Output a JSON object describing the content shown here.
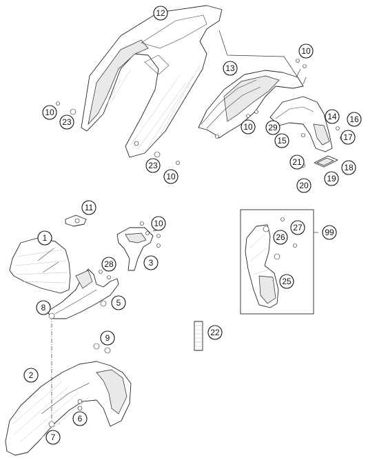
{
  "callouts": {
    "c1": "1",
    "c2": "2",
    "c3": "3",
    "c5": "5",
    "c6": "6",
    "c7": "7",
    "c8": "8",
    "c9": "9",
    "c10a": "10",
    "c10b": "10",
    "c10c": "10",
    "c10d": "10",
    "c10e": "10",
    "c11": "11",
    "c12": "12",
    "c13": "13",
    "c14": "14",
    "c15": "15",
    "c16": "16",
    "c17": "17",
    "c18": "18",
    "c19": "19",
    "c20": "20",
    "c21": "21",
    "c22": "22",
    "c23a": "23",
    "c23b": "23",
    "c25": "25",
    "c26": "26",
    "c27": "27",
    "c28": "28",
    "c29": "29",
    "c99": "99"
  }
}
